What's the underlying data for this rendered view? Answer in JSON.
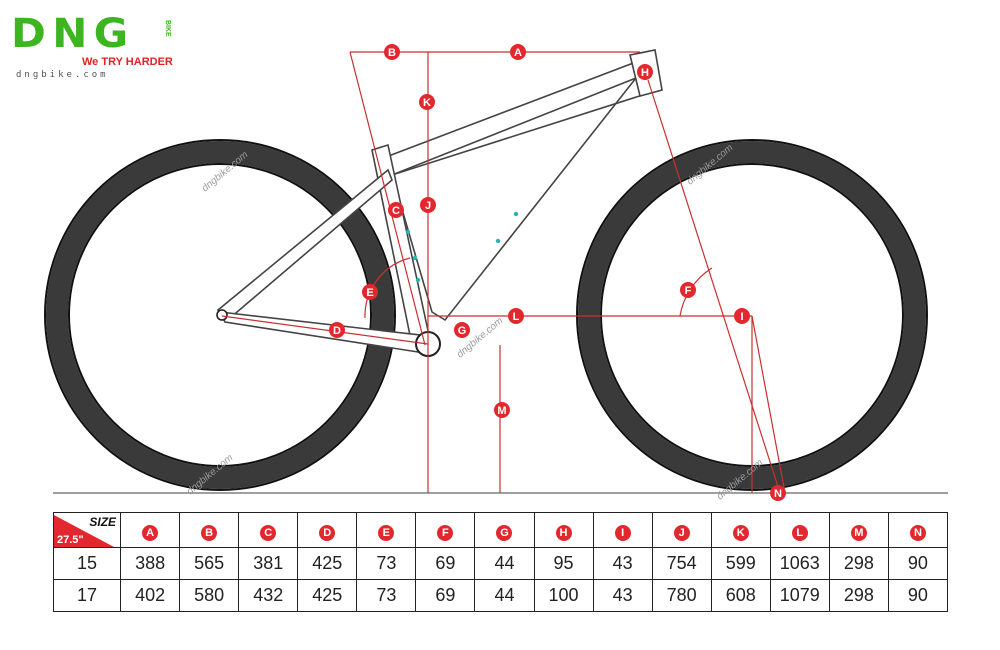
{
  "brand": {
    "name": "DNG",
    "side_text": "BIKE",
    "tagline": "We TRY HARDER",
    "url": "dngbike.com",
    "color_green": "#3cb521",
    "color_red": "#e02222"
  },
  "diagram": {
    "marker_color": "#e2282e",
    "watermark": "dngbike.com",
    "markers": [
      "A",
      "B",
      "C",
      "D",
      "E",
      "F",
      "G",
      "H",
      "I",
      "J",
      "K",
      "L",
      "M",
      "N"
    ]
  },
  "table": {
    "size_label": "SIZE",
    "wheel_label": "27.5\"",
    "columns": [
      "A",
      "B",
      "C",
      "D",
      "E",
      "F",
      "G",
      "H",
      "I",
      "J",
      "K",
      "L",
      "M",
      "N"
    ],
    "rows": [
      {
        "size": "15",
        "values": [
          "388",
          "565",
          "381",
          "425",
          "73",
          "69",
          "44",
          "95",
          "43",
          "754",
          "599",
          "1063",
          "298",
          "90"
        ]
      },
      {
        "size": "17",
        "values": [
          "402",
          "580",
          "432",
          "425",
          "73",
          "69",
          "44",
          "100",
          "43",
          "780",
          "608",
          "1079",
          "298",
          "90"
        ]
      }
    ]
  }
}
